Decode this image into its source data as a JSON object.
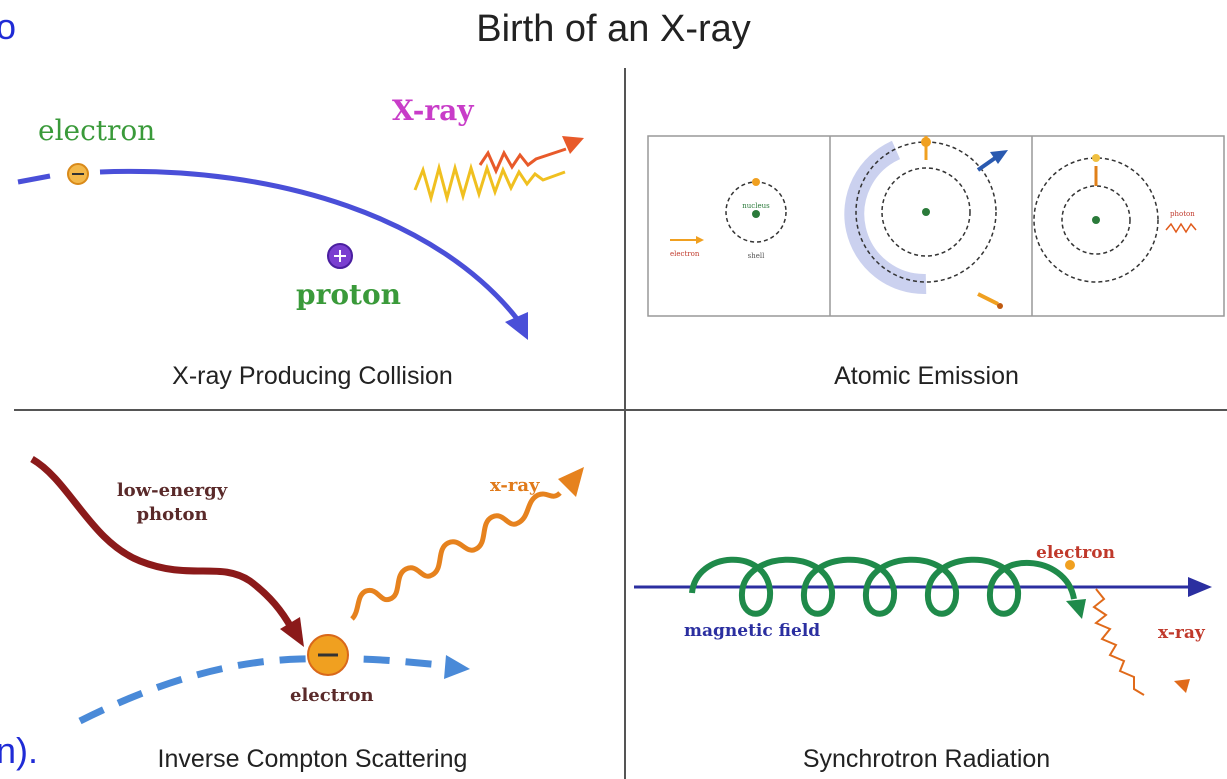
{
  "header": {
    "title": "Birth of an X-ray"
  },
  "edge_fragments": {
    "top_left": "o",
    "bottom_left": "n)."
  },
  "panels": {
    "collision": {
      "caption": "X-ray Producing Collision",
      "electron_label": "electron",
      "proton_label": "proton",
      "xray_label": "X-ray",
      "colors": {
        "electron": "#3a9a3a",
        "proton": "#3a9a3a",
        "xray": "#c83cc8",
        "path": "#4a4fd8"
      }
    },
    "atomic": {
      "caption": "Atomic Emission",
      "small_labels": {
        "electron": "electron",
        "nucleus": "nucleus",
        "photon": "photon",
        "shell": "shell"
      }
    },
    "compton": {
      "caption": "Inverse Compton Scattering",
      "photon_label": "low-energy photon",
      "xray_label": "x-ray",
      "electron_label": "electron",
      "colors": {
        "photon": "#8b1a1a",
        "xray": "#e6821e",
        "electron_path": "#4a8ad8"
      }
    },
    "synchrotron": {
      "caption": "Synchrotron Radiation",
      "field_label": "magnetic field",
      "electron_label": "electron",
      "xray_label": "x-ray",
      "colors": {
        "field": "#2b2fa0",
        "spiral": "#1f8a4a",
        "electron": "#c0392b",
        "xray": "#e06a1a"
      }
    }
  }
}
